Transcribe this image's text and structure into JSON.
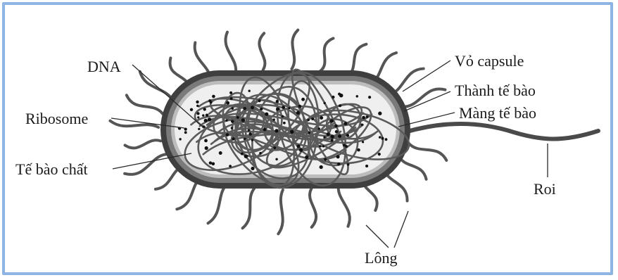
{
  "diagram": {
    "labels": {
      "dna": "DNA",
      "ribosome": "Ribosome",
      "cytoplasm": "Tế bào chất",
      "capsule": "Vỏ capsule",
      "cell_wall": "Thành tế bào",
      "cell_membrane": "Màng tế bào",
      "flagellum": "Roi",
      "pili": "Lông"
    },
    "colors": {
      "frame_border": "#8eb4e3",
      "capsule_outer": "#4a4a4a",
      "cell_wall": "#6e6e6e",
      "cytoplasm": "#efefef",
      "dna_strand": "#5a5a5a",
      "ribosome_dot": "#111111",
      "pili": "#555555"
    }
  }
}
